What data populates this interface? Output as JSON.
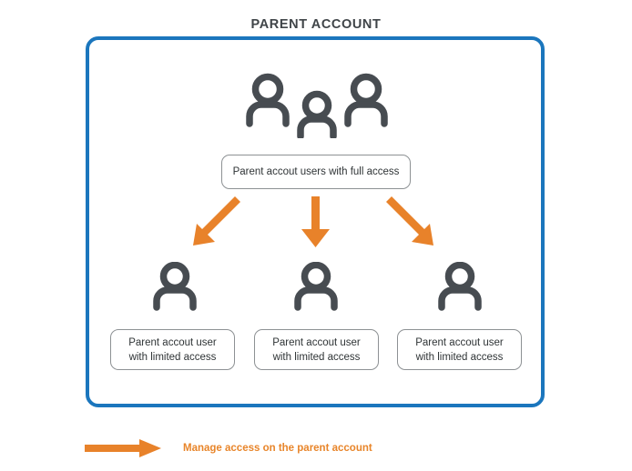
{
  "diagram": {
    "title": "PARENT ACCOUNT",
    "colors": {
      "frame_blue": "#1b76bd",
      "arrow_orange": "#e8822a",
      "icon_gray": "#474c51",
      "box_border_gray": "#8d9194",
      "title_gray": "#3f4448",
      "legend_orange": "#e8852a",
      "background": "#ffffff"
    },
    "top_group": {
      "icon_name": "three-people-icon",
      "label": "Parent accout users with full access"
    },
    "arrows": [
      {
        "name": "arrow-down-left",
        "direction": "down-left"
      },
      {
        "name": "arrow-down",
        "direction": "down"
      },
      {
        "name": "arrow-down-right",
        "direction": "down-right"
      }
    ],
    "children": [
      {
        "icon_name": "person-icon",
        "label_line1": "Parent accout user",
        "label_line2": "with limited access"
      },
      {
        "icon_name": "person-icon",
        "label_line1": "Parent accout user",
        "label_line2": "with limited access"
      },
      {
        "icon_name": "person-icon",
        "label_line1": "Parent accout user",
        "label_line2": "with limited access"
      }
    ],
    "legend": {
      "icon_name": "arrow-right-icon",
      "text": "Manage access on the parent account"
    }
  }
}
